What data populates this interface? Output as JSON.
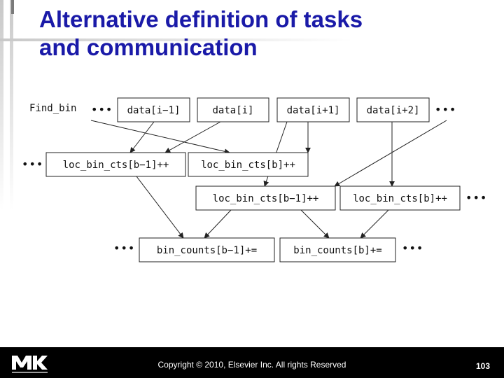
{
  "slide": {
    "title_line1": "Alternative definition of tasks",
    "title_line2": "and communication",
    "colors": {
      "title": "#1a1aa8",
      "footer": "#000000"
    }
  },
  "diagram": {
    "start_label": "Find_bin",
    "ellipsis": "•••",
    "nodes": {
      "data_i_minus_1": "data[i−1]",
      "data_i": "data[i]",
      "data_i_plus_1": "data[i+1]",
      "data_i_plus_2": "data[i+2]",
      "loc_bin_cts_b_minus_1_top": "loc_bin_cts[b−1]++",
      "loc_bin_cts_b_top": "loc_bin_cts[b]++",
      "loc_bin_cts_b_minus_1_mid": "loc_bin_cts[b−1]++",
      "loc_bin_cts_b_mid": "loc_bin_cts[b]++",
      "bin_counts_b_minus_1": "bin_counts[b−1]+=",
      "bin_counts_b": "bin_counts[b]+="
    }
  },
  "footer": {
    "logo": "mk-logo",
    "copyright": "Copyright © 2010, Elsevier Inc. All rights Reserved",
    "page_number": "103"
  }
}
